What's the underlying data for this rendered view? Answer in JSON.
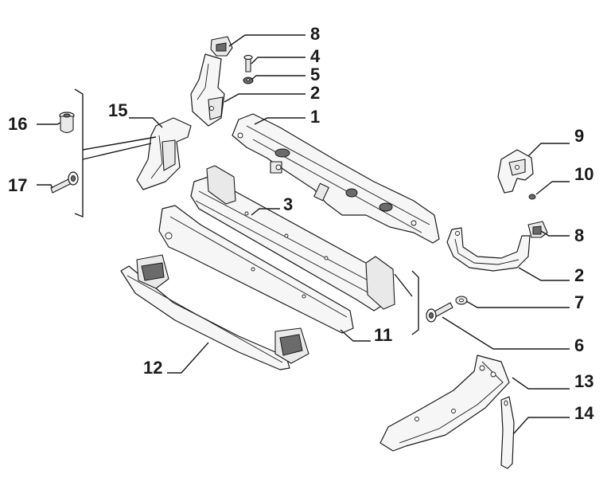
{
  "diagram": {
    "labels": [
      {
        "id": "8a",
        "text": "8"
      },
      {
        "id": "4",
        "text": "4"
      },
      {
        "id": "5",
        "text": "5"
      },
      {
        "id": "2a",
        "text": "2"
      },
      {
        "id": "1",
        "text": "1"
      },
      {
        "id": "15",
        "text": "15"
      },
      {
        "id": "16",
        "text": "16"
      },
      {
        "id": "17",
        "text": "17"
      },
      {
        "id": "9",
        "text": "9"
      },
      {
        "id": "10",
        "text": "10"
      },
      {
        "id": "3",
        "text": "3"
      },
      {
        "id": "8b",
        "text": "8"
      },
      {
        "id": "2b",
        "text": "2"
      },
      {
        "id": "7",
        "text": "7"
      },
      {
        "id": "6",
        "text": "6"
      },
      {
        "id": "11",
        "text": "11"
      },
      {
        "id": "12",
        "text": "12"
      },
      {
        "id": "13",
        "text": "13"
      },
      {
        "id": "14",
        "text": "14"
      }
    ]
  }
}
